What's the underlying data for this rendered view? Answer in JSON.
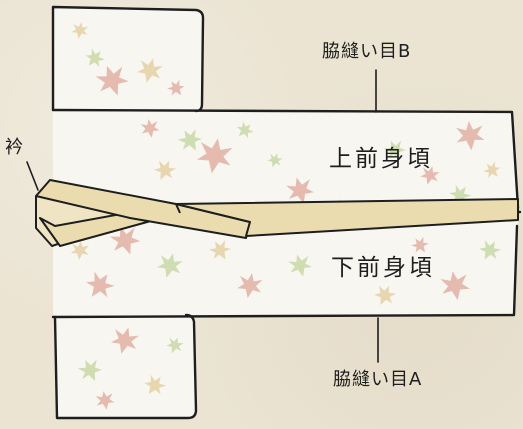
{
  "labels": {
    "collar": "衿",
    "side_seam_b": "脇縫い目B",
    "upper_front_panel": "上前身頃",
    "lower_front_panel": "下前身頃",
    "side_seam_a": "脇縫い目A"
  },
  "colors": {
    "background": "#ebe4d3",
    "fabric": "#f8f6f0",
    "outline": "#1e1e1e",
    "collar_fill": "#eadcae",
    "leaf_pink": "#e2b1a5",
    "leaf_green": "#c9d9a9",
    "leaf_tan": "#e5d1a6"
  }
}
